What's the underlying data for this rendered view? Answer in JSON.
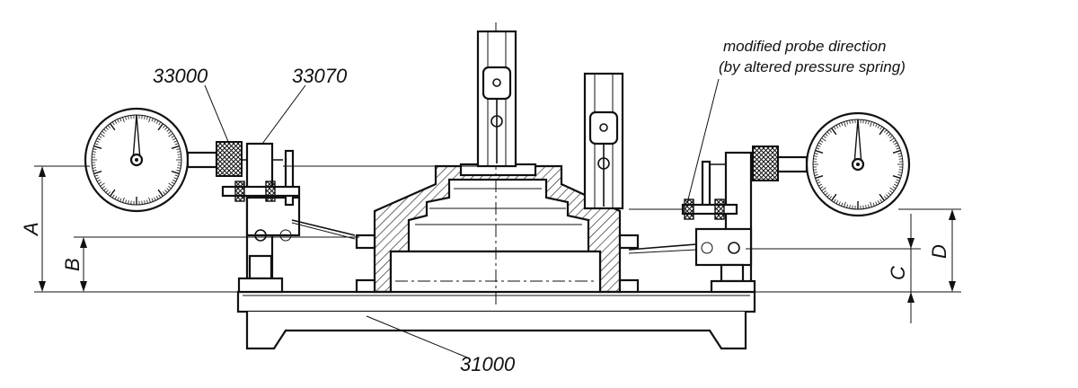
{
  "labels": {
    "part_33000": "33000",
    "part_33070": "33070",
    "part_31000": "31000",
    "note_line1": "modified probe direction",
    "note_line2": "(by altered pressure spring)"
  },
  "dimensions": {
    "a": "A",
    "b": "B",
    "c": "C",
    "d": "D"
  },
  "colors": {
    "ink": "#111111",
    "paper": "#ffffff",
    "hatch": "#111111"
  }
}
